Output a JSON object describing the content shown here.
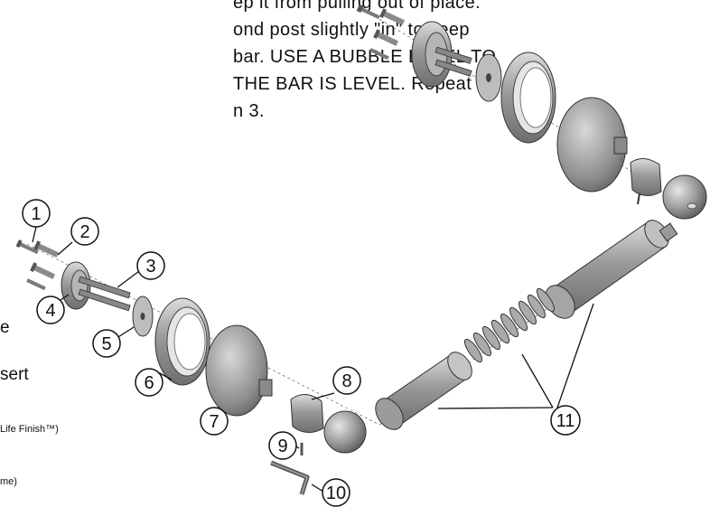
{
  "instructions": {
    "line1": "ep it from pulling out of place.",
    "line2": "ond post slightly \"in\" to keep",
    "line3": "bar.  USE A BUBBLE LEVEL TO",
    "line4": "THE BAR IS LEVEL.  Repeat",
    "line5": "n 3."
  },
  "side_fragments": {
    "frag_e": "e",
    "frag_sert": "sert",
    "frag_finish": "Life Finish™)",
    "frag_me": "me)"
  },
  "callouts": [
    "1",
    "2",
    "3",
    "4",
    "5",
    "6",
    "7",
    "8",
    "9",
    "10",
    "11"
  ],
  "colors": {
    "ink": "#111111",
    "metal": "#8f8f8f",
    "metal_light": "#c8c8c8",
    "metal_dark": "#5a5a5a"
  }
}
